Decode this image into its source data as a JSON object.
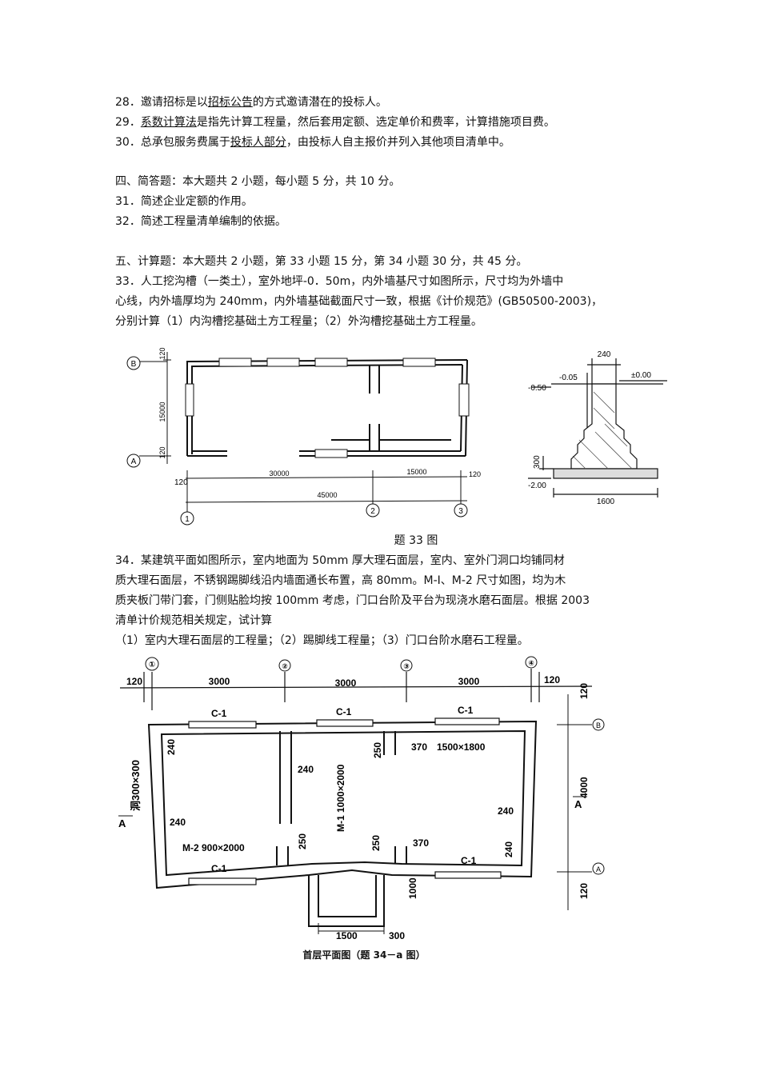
{
  "q28": {
    "pre": "28．邀请招标是以",
    "u": "招标公告",
    "post": "的方式邀请潜在的投标人。"
  },
  "q29": {
    "pre": "29．",
    "u": "系数计算法",
    "post": "是指先计算工程量，然后套用定额、选定单价和费率，计算措施项目费。"
  },
  "q30": {
    "pre": "30．总承包服务费属于",
    "u": "投标人部分",
    "post": "，由投标人自主报价并列入其他项目清单中。"
  },
  "sec4": "四、简答题：本大题共 2 小题，每小题 5 分，共 10 分。",
  "q31": "31．简述企业定额的作用。",
  "q32": "32．简述工程量清单编制的依据。",
  "sec5": "五、计算题：本大题共 2 小题，第 33 小题 15 分，第 34 小题 30 分，共 45 分。",
  "q33": [
    "33．人工挖沟槽（一类土），室外地坪-0．50m，内外墙基尺寸如图所示，尺寸均为外墙中",
    "心线，内外墙厚均为 240mm，内外墙基础截面尺寸一致，根据《计价规范》(GB50500-2003)，",
    "分别计算（1）内沟槽挖基础土方工程量；（2）外沟槽挖基础土方工程量。"
  ],
  "fig33": {
    "axes_rows": [
      "B",
      "A"
    ],
    "axes_cols": [
      "1",
      "2",
      "3"
    ],
    "dim_top": "120",
    "dim_15000": "15000",
    "dim_bottom": "120",
    "dim_left120": "120",
    "dim_30000": "30000",
    "dim_15000b": "15000",
    "dim_right120": "120",
    "dim_45000": "45000",
    "sec_240": "240",
    "sec_m005": "-0.05",
    "sec_p000": "±0.00",
    "sec_m050": "-0.50",
    "sec_300": "300",
    "sec_m200": "-2.00",
    "sec_1600": "1600",
    "caption": "题 33 图"
  },
  "q34": [
    "34．某建筑平面如图所示，室内地面为 50mm 厚大理石面层，室内、室外门洞口均铺同材",
    "质大理石面层，不锈钢踢脚线沿内墙面通长布置，高 80mm。M-I、M-2 尺寸如图，均为木",
    "质夹板门带门套，门侧贴脸均按 100mm 考虑，门口台阶及平台为现浇水磨石面层。根据 2003",
    "清单计价规范相关规定，试计算",
    "（1）室内大理石面层的工程量；（2）踢脚线工程量；（3）门口台阶水磨石工程量。"
  ],
  "fig34": {
    "axes_cols": [
      "①",
      "②",
      "③",
      "④"
    ],
    "axes_rows": [
      "B",
      "A"
    ],
    "d120l": "120",
    "d3000a": "3000",
    "d3000b": "3000",
    "d3000c": "3000",
    "d120r": "120",
    "c1a": "C-1",
    "c1b": "C-1",
    "c1c": "C-1",
    "c1d": "C-1",
    "c1e": "C-1",
    "w240a": "240",
    "w240b": "240",
    "w240c": "240",
    "w240d": "240",
    "w240e": "240",
    "w250a": "250",
    "w250b": "250",
    "w250c": "250",
    "d370a": "370",
    "d370b": "370",
    "win1500": "1500×1800",
    "hole": "洞300×300",
    "m1": "M-1  1000×2000",
    "m2": "M-2  900×2000",
    "r120t": "120",
    "r4000": "4000",
    "r120b": "120",
    "sec_a": "A",
    "step1000": "1000",
    "step1500": "1500",
    "step300": "300",
    "caption": "首层平面图（题 34－a 图）"
  }
}
